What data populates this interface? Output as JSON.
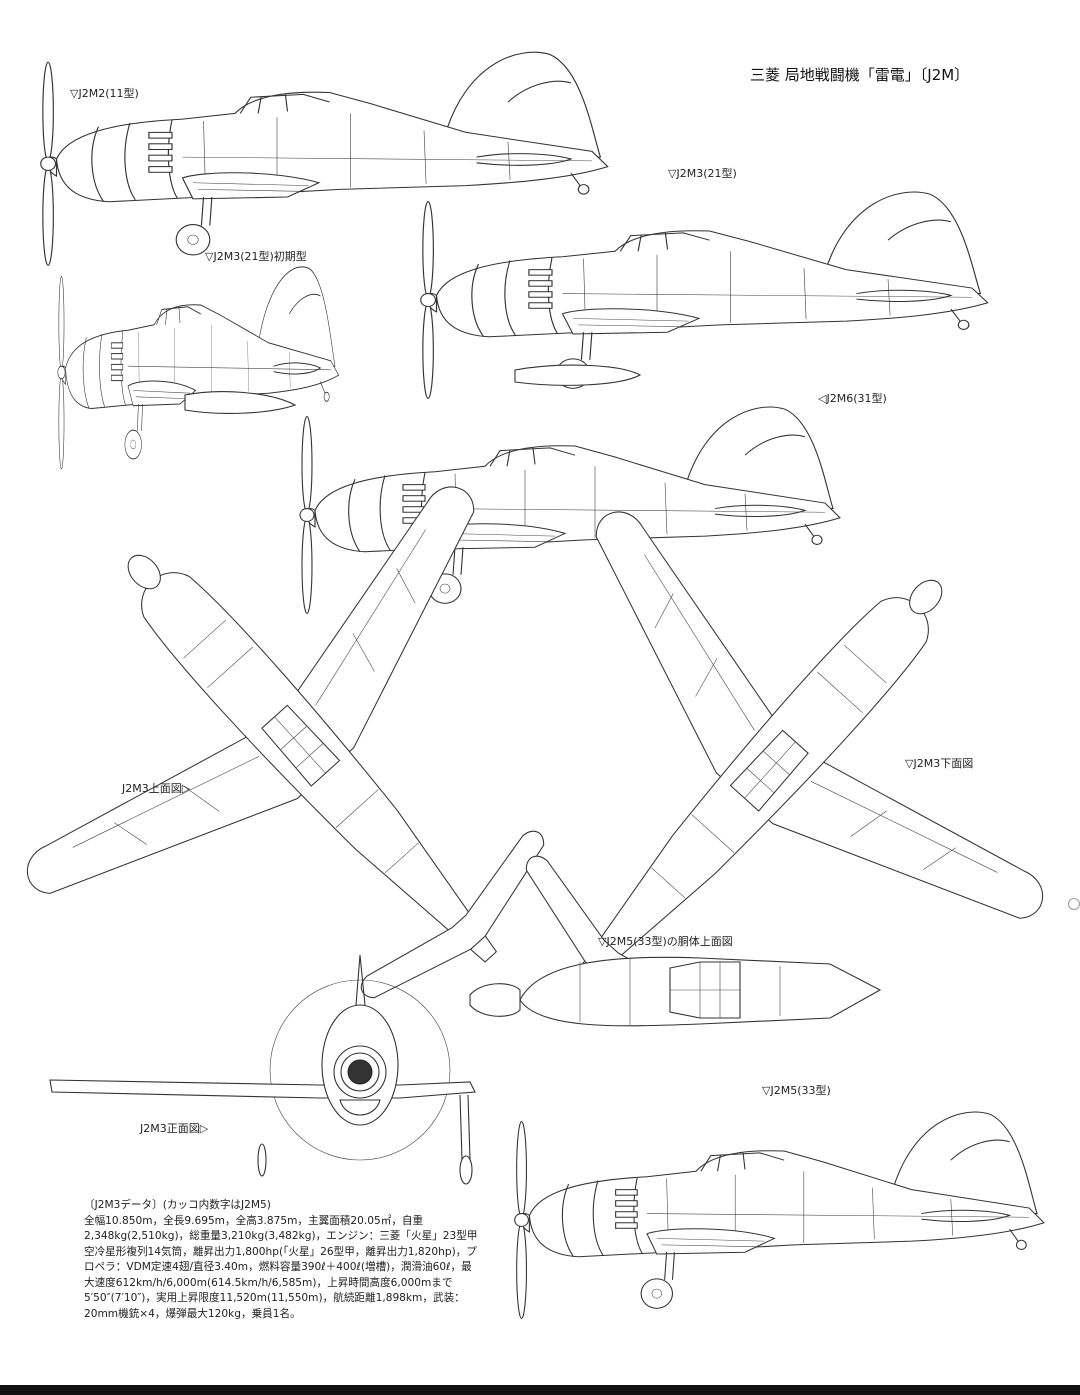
{
  "title": "三菱 局地戦闘機「雷電」〔J2M〕",
  "labels": {
    "j2m2": "▽J2M2(11型)",
    "j2m3_21": "▽J2M3(21型)",
    "j2m3_21_early": "▽J2M3(21型)初期型",
    "j2m6": "◁J2M6(31型)",
    "j2m3_top": "J2M3上面図▷",
    "j2m3_bottom": "▽J2M3下面図",
    "j2m5_fuselage_top": "▽J2M5(33型)の胴体上面図",
    "j2m3_front": "J2M3正面図▷",
    "j2m5_33": "▽J2M5(33型)"
  },
  "specs": {
    "heading": "〔J2M3データ〕(カッコ内数字はJ2M5)",
    "body": "全幅10.850m，全長9.695m，全高3.875m，主翼面積20.05㎡，自重2,348kg(2,510kg)，総重量3,210kg(3,482kg)，エンジン：三菱「火星」23型甲空冷星形複列14気筒，離昇出力1,800hp(「火星」26型甲，離昇出力1,820hp)，プロペラ：VDM定速4翅/直径3.40m，燃料容量390ℓ＋400ℓ(増槽)，潤滑油60ℓ，最大速度612km/h/6,000m(614.5km/h/6,585m)，上昇時間高度6,000mまで5′50″(7′10″)，実用上昇限度11,520m(11,550m)，航続距離1,898km，武装：20mm機銃×4，爆弾最大120kg，乗員1名。"
  },
  "colors": {
    "ink": "#222222",
    "paper": "#ffffff"
  }
}
